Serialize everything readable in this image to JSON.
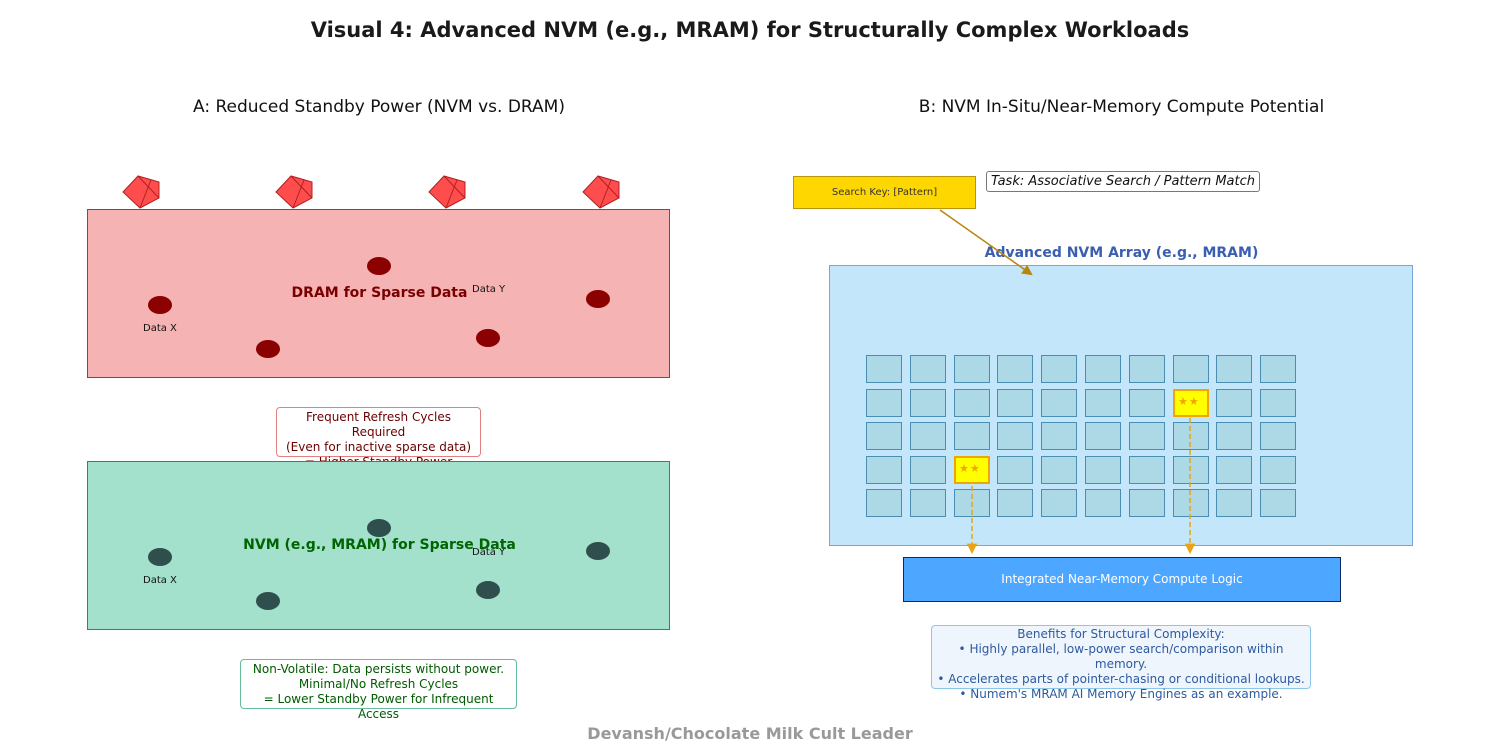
{
  "title": "Visual 4: Advanced NVM (e.g., MRAM) for Structurally Complex Workloads",
  "panel_a": {
    "title": "A: Reduced Standby Power (NVM vs. DRAM)",
    "dram_label": "DRAM for Sparse Data",
    "dram_data_x": "Data X",
    "dram_data_y": "Data Y",
    "dram_note": [
      "Frequent Refresh Cycles Required",
      "(Even for inactive sparse data)",
      "= Higher Standby Power"
    ],
    "nvm_label": "NVM (e.g., MRAM) for Sparse Data",
    "nvm_data_x": "Data X",
    "nvm_data_y": "Data Y",
    "nvm_note": [
      "Non-Volatile: Data persists without power.",
      "Minimal/No Refresh Cycles",
      "= Lower Standby Power for Infrequent Access"
    ],
    "colors": {
      "dram_fill": "#f5b3b3",
      "dram_border": "#a33a3a",
      "nvm_fill": "#a3e1cc",
      "nvm_border": "#3a8a3a"
    }
  },
  "panel_b": {
    "title": "B: NVM In-Situ/Near-Memory Compute Potential",
    "search_key": "Search Key: [Pattern]",
    "task": "Task: Associative Search / Pattern Match",
    "array_label": "Advanced NVM Array (e.g., MRAM)",
    "array_grid": {
      "rows": 5,
      "cols": 10,
      "highlighted": [
        [
          1,
          7
        ],
        [
          3,
          2
        ]
      ]
    },
    "compute_logic": "Integrated Near-Memory Compute Logic",
    "benefits": [
      "Benefits for Structural Complexity:",
      "• Highly parallel, low-power search/comparison within memory.",
      "• Accelerates parts of pointer-chasing or conditional lookups.",
      "• Numem's MRAM AI Memory Engines as an example."
    ],
    "colors": {
      "array_fill": "#c3e6fa",
      "key_fill": "#ffd700",
      "logic_fill": "#4da6ff",
      "accent": "#e8a317"
    }
  },
  "footer": "Devansh/Chocolate Milk Cult Leader"
}
